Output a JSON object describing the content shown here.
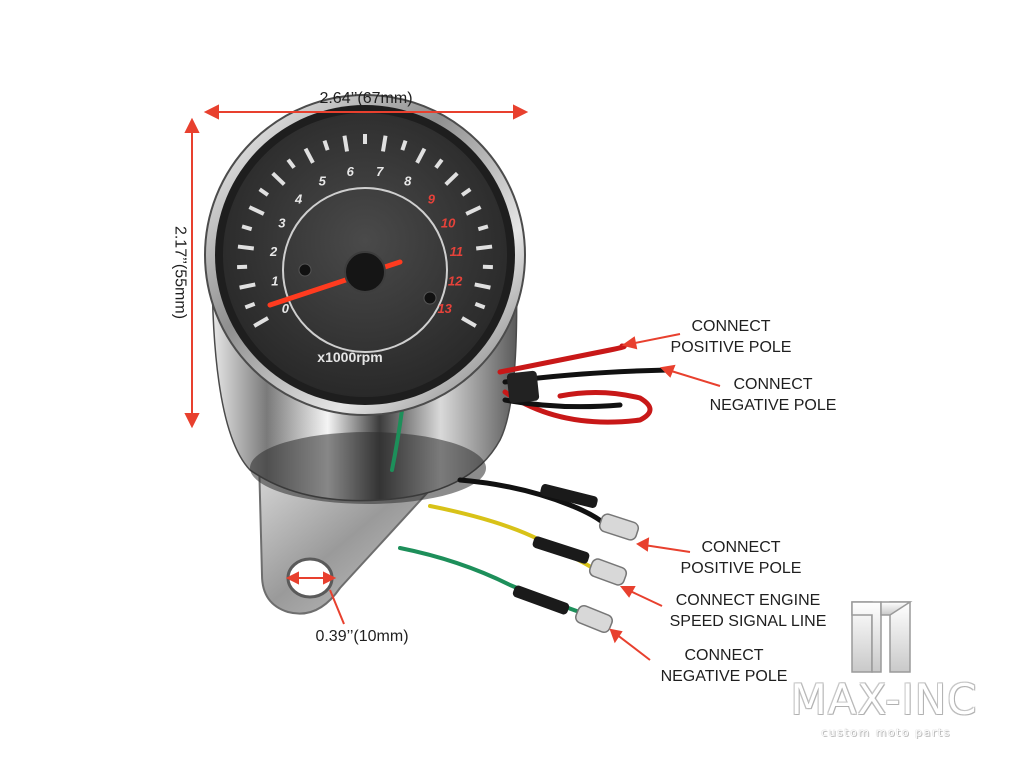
{
  "dimensions": {
    "width": "2.64’’(67mm)",
    "height": "2.17’’(55mm)",
    "hole": "0.39’’(10mm)"
  },
  "gauge": {
    "numbers_white": [
      "0",
      "1",
      "2",
      "3",
      "4",
      "5",
      "6",
      "7",
      "8"
    ],
    "numbers_red": [
      "9",
      "10",
      "11",
      "12",
      "13"
    ],
    "unit": "x1000rpm"
  },
  "callouts": [
    {
      "line1": "CONNECT",
      "line2": "POSITIVE POLE"
    },
    {
      "line1": "CONNECT",
      "line2": "NEGATIVE POLE"
    },
    {
      "line1": "CONNECT",
      "line2": "POSITIVE POLE"
    },
    {
      "line1": "CONNECT ENGINE",
      "line2": "SPEED SIGNAL LINE"
    },
    {
      "line1": "CONNECT",
      "line2": "NEGATIVE POLE"
    }
  ],
  "logo": {
    "name": "MAX-INC",
    "tagline": "custom moto parts"
  },
  "colors": {
    "arrow": "#e8402e",
    "needle": "#ff3b1f",
    "red_numbers": "#e6423a",
    "chrome_dark": "#3a3a3a",
    "wire_red": "#c81818",
    "wire_black": "#111111",
    "wire_yellow": "#d8c218",
    "wire_green": "#1d8f5a"
  }
}
